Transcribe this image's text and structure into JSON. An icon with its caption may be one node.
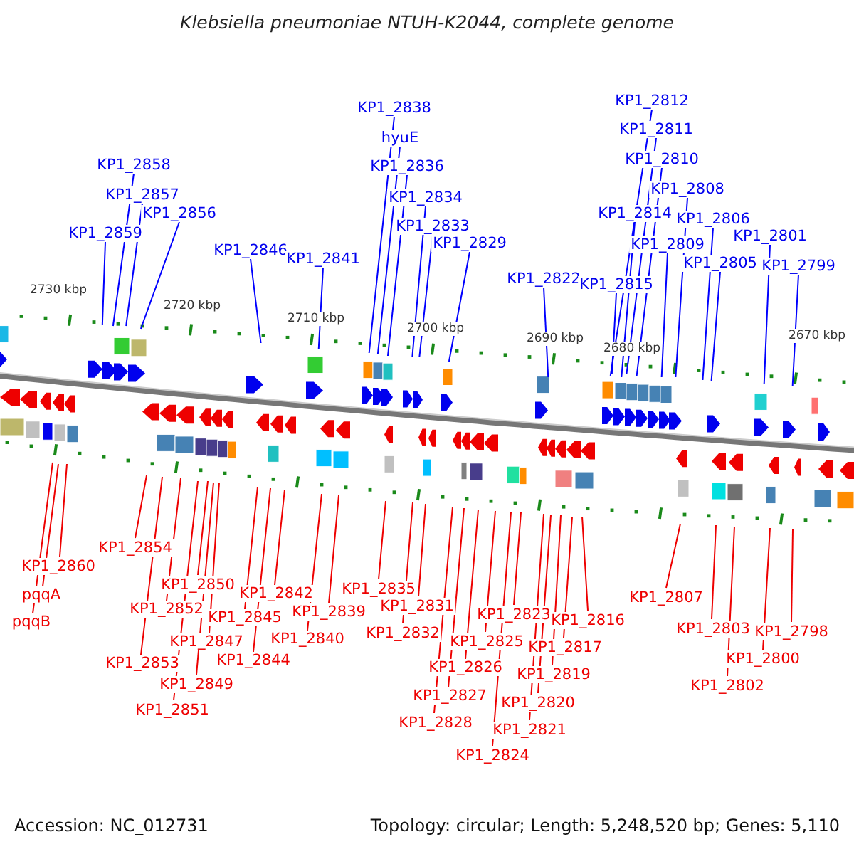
{
  "diagram": {
    "title": "Klebsiella pneumoniae NTUH-K2044, complete genome",
    "nodes": [
      {
        "text": [
          "KP1_2812"
        ]
      },
      {
        "text": [
          "KP1_2838"
        ]
      },
      {
        "text": [
          "KP1_2811"
        ]
      },
      {
        "text": [
          "hyuE"
        ]
      },
      {
        "text": [
          "KP1_2810"
        ]
      },
      {
        "text": [
          "KP1_2858"
        ]
      },
      {
        "text": [
          "KP1_2836"
        ]
      },
      {
        "text": [
          "KP1_2808"
        ]
      },
      {
        "text": [
          "KP1_2857"
        ]
      },
      {
        "text": [
          "KP1_2834"
        ]
      },
      {
        "text": [
          "KP1_2856"
        ]
      },
      {
        "text": [
          "KP1_2814"
        ]
      },
      {
        "text": [
          "KP1_2806"
        ]
      },
      {
        "text": [
          "KP1_2833"
        ]
      },
      {
        "text": [
          "KP1_2859"
        ]
      },
      {
        "text": [
          "KP1_2801"
        ]
      },
      {
        "text": [
          "KP1_2829"
        ]
      },
      {
        "text": [
          "KP1_2809"
        ]
      },
      {
        "text": [
          "KP1_2846"
        ]
      },
      {
        "text": [
          "KP1_2841"
        ]
      },
      {
        "text": [
          "KP1_2805"
        ]
      },
      {
        "text": [
          "KP1_2799"
        ]
      },
      {
        "text": [
          "KP1_2822"
        ]
      },
      {
        "text": [
          "KP1_2815"
        ]
      },
      {
        "text": [
          "KP1_2854"
        ]
      },
      {
        "text": [
          "KP1_2860"
        ]
      },
      {
        "text": [
          "KP1_2850"
        ]
      },
      {
        "text": [
          "KP1_2835"
        ]
      },
      {
        "text": [
          "KP1_2842"
        ]
      },
      {
        "text": [
          "pqqA"
        ]
      },
      {
        "text": [
          "KP1_2807"
        ]
      },
      {
        "text": [
          "KP1_2831"
        ]
      },
      {
        "text": [
          "KP1_2852"
        ]
      },
      {
        "text": [
          "KP1_2839"
        ]
      },
      {
        "text": [
          "KP1_2823"
        ]
      },
      {
        "text": [
          "KP1_2845"
        ]
      },
      {
        "text": [
          "KP1_2816"
        ]
      },
      {
        "text": [
          "pqqB"
        ]
      },
      {
        "text": [
          "KP1_2803"
        ]
      },
      {
        "text": [
          "KP1_2798"
        ]
      },
      {
        "text": [
          "KP1_2832"
        ]
      },
      {
        "text": [
          "KP1_2840"
        ]
      },
      {
        "text": [
          "KP1_2847"
        ]
      },
      {
        "text": [
          "KP1_2825"
        ]
      },
      {
        "text": [
          "KP1_2817"
        ]
      },
      {
        "text": [
          "KP1_2800"
        ]
      },
      {
        "text": [
          "KP1_2844"
        ]
      },
      {
        "text": [
          "KP1_2853"
        ]
      },
      {
        "text": [
          "KP1_2826"
        ]
      },
      {
        "text": [
          "KP1_2819"
        ]
      },
      {
        "text": [
          "KP1_2849"
        ]
      },
      {
        "text": [
          "KP1_2802"
        ]
      },
      {
        "text": [
          "KP1_2827"
        ]
      },
      {
        "text": [
          "KP1_2820"
        ]
      },
      {
        "text": [
          "KP1_2851"
        ]
      },
      {
        "text": [
          "KP1_2828"
        ]
      },
      {
        "text": [
          "KP1_2821"
        ]
      },
      {
        "text": [
          "KP1_2824"
        ]
      }
    ],
    "edges": [
      {
        "from": 0,
        "to": null,
        "arrow": "none",
        "color": "#0000ff"
      },
      {
        "from": 1,
        "to": null,
        "arrow": "none",
        "color": "#0000ff"
      },
      {
        "from": 2,
        "to": null,
        "arrow": "none",
        "color": "#0000ff"
      },
      {
        "from": 3,
        "to": null,
        "arrow": "none",
        "color": "#0000ff"
      },
      {
        "from": 4,
        "to": null,
        "arrow": "none",
        "color": "#0000ff"
      },
      {
        "from": 5,
        "to": null,
        "arrow": "none",
        "color": "#0000ff"
      },
      {
        "from": 6,
        "to": null,
        "arrow": "none",
        "color": "#0000ff"
      },
      {
        "from": 7,
        "to": null,
        "arrow": "none",
        "color": "#0000ff"
      },
      {
        "from": 8,
        "to": null,
        "arrow": "none",
        "color": "#0000ff"
      },
      {
        "from": 9,
        "to": null,
        "arrow": "none",
        "color": "#0000ff"
      },
      {
        "from": 10,
        "to": null,
        "arrow": "none",
        "color": "#0000ff"
      },
      {
        "from": 11,
        "to": null,
        "arrow": "none",
        "color": "#0000ff"
      },
      {
        "from": 12,
        "to": null,
        "arrow": "none",
        "color": "#0000ff"
      },
      {
        "from": 13,
        "to": null,
        "arrow": "none",
        "color": "#0000ff"
      },
      {
        "from": 14,
        "to": null,
        "arrow": "none",
        "color": "#0000ff"
      },
      {
        "from": 15,
        "to": null,
        "arrow": "none",
        "color": "#0000ff"
      },
      {
        "from": 16,
        "to": null,
        "arrow": "none",
        "color": "#0000ff"
      },
      {
        "from": 17,
        "to": null,
        "arrow": "none",
        "color": "#0000ff"
      },
      {
        "from": 18,
        "to": null,
        "arrow": "none",
        "color": "#0000ff"
      },
      {
        "from": 19,
        "to": null,
        "arrow": "none",
        "color": "#0000ff"
      },
      {
        "from": 20,
        "to": null,
        "arrow": "none",
        "color": "#0000ff"
      },
      {
        "from": 21,
        "to": null,
        "arrow": "none",
        "color": "#0000ff"
      },
      {
        "from": 22,
        "to": null,
        "arrow": "none",
        "color": "#0000ff"
      },
      {
        "from": 23,
        "to": null,
        "arrow": "none",
        "color": "#0000ff"
      },
      {
        "from": 24,
        "to": null,
        "arrow": "none"
      },
      {
        "from": 25,
        "to": null,
        "arrow": "none"
      },
      {
        "from": 26,
        "to": null,
        "arrow": "none"
      },
      {
        "from": 27,
        "to": null,
        "arrow": "none"
      },
      {
        "from": 28,
        "to": null,
        "arrow": "none"
      },
      {
        "from": 29,
        "to": null,
        "arrow": "none"
      },
      {
        "from": 30,
        "to": null,
        "arrow": "none"
      },
      {
        "from": 31,
        "to": null,
        "arrow": "none"
      },
      {
        "from": 32,
        "to": null,
        "arrow": "none"
      },
      {
        "from": 33,
        "to": null,
        "arrow": "none"
      },
      {
        "from": 34,
        "to": null,
        "arrow": "none"
      },
      {
        "from": 35,
        "to": null,
        "arrow": "none"
      },
      {
        "from": 36,
        "to": null,
        "arrow": "none"
      },
      {
        "from": 37,
        "to": null,
        "arrow": "none"
      },
      {
        "from": 38,
        "to": null,
        "arrow": "none"
      },
      {
        "from": 39,
        "to": null,
        "arrow": "none"
      },
      {
        "from": 40,
        "to": null,
        "arrow": "none"
      },
      {
        "from": 41,
        "to": null,
        "arrow": "none"
      },
      {
        "from": 42,
        "to": null,
        "arrow": "none"
      },
      {
        "from": 43,
        "to": null,
        "arrow": "none"
      },
      {
        "from": 44,
        "to": null,
        "arrow": "none"
      },
      {
        "from": 45,
        "to": null,
        "arrow": "none"
      },
      {
        "from": 46,
        "to": null,
        "arrow": "none"
      },
      {
        "from": 47,
        "to": null,
        "arrow": "none"
      },
      {
        "from": 48,
        "to": null,
        "arrow": "none"
      },
      {
        "from": 49,
        "to": null,
        "arrow": "none"
      },
      {
        "from": 50,
        "to": null,
        "arrow": "none"
      },
      {
        "from": 51,
        "to": null,
        "arrow": "none"
      },
      {
        "from": 52,
        "to": null,
        "arrow": "none"
      },
      {
        "from": 53,
        "to": null,
        "arrow": "none"
      },
      {
        "from": 54,
        "to": null,
        "arrow": "none"
      },
      {
        "from": 55,
        "to": null,
        "arrow": "none"
      },
      {
        "from": 56,
        "to": null,
        "arrow": "none"
      },
      {
        "from": 57,
        "to": null,
        "arrow": "none"
      }
    ],
    "labels": [
      "2730 kbp",
      "2720 kbp",
      "2710 kbp",
      "2700 kbp",
      "2690 kbp",
      "2680 kbp",
      "2670 kbp",
      "Accession: NC_012731",
      "Topology: circular; Length: 5,248,520 bp; Genes: 5,110"
    ]
  }
}
